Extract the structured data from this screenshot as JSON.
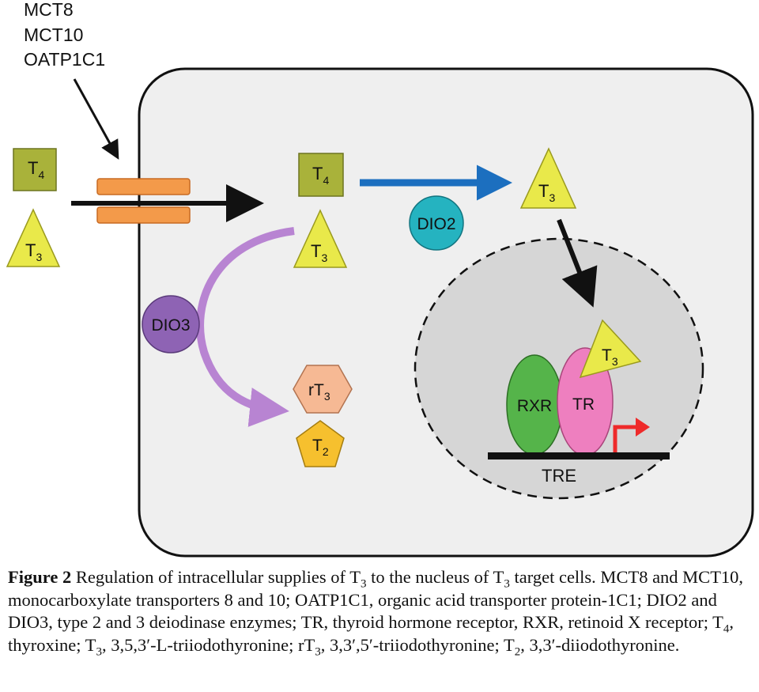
{
  "diagram": {
    "transporters": {
      "line1": "MCT8",
      "line2": "MCT10",
      "line3": "OATP1C1"
    },
    "extracellular": {
      "t4": "T",
      "t4_sub": "4",
      "t3": "T",
      "t3_sub": "3"
    },
    "cytoplasm": {
      "t4": "T",
      "t4_sub": "4",
      "t3": "T",
      "t3_sub": "3",
      "dio2": "DIO2",
      "dio3": "DIO3",
      "t3_product": "T",
      "t3_product_sub": "3",
      "rt3": "rT",
      "rt3_sub": "3",
      "t2": "T",
      "t2_sub": "2"
    },
    "nucleus": {
      "t3": "T",
      "t3_sub": "3",
      "rxr": "RXR",
      "tr": "TR",
      "tre": "TRE"
    },
    "colors": {
      "t4_box": "#a9b23a",
      "t3_triangle": "#e9e94a",
      "transporter": "#f39a4a",
      "dio2": "#25b3c0",
      "dio3": "#8e63b4",
      "rt3": "#f6b994",
      "t2": "#f6c02e",
      "rxr": "#55b44a",
      "tr": "#ee7fbf",
      "blue_arrow": "#1c6fbf",
      "purple_arrow": "#b884d2",
      "promoter_arrow": "#ee2a2a",
      "cell_fill": "#efefef",
      "nucleus_fill": "#d6d6d6"
    }
  },
  "caption": {
    "figure_label": "Figure 2",
    "p1": " Regulation of intracellular supplies of T",
    "p1_sub": "3",
    "p2": " to the nucleus of T",
    "p2_sub": "3",
    "p3": " target cells. MCT8 and MCT10, monocarboxylate transporters 8 and 10; OATP1C1, organic acid transporter protein-1C1; DIO2 and DIO3, type 2 and 3 deiodinase enzymes; TR, thyroid hormone receptor, RXR, retinoid X receptor; T",
    "p3_sub": "4",
    "p4": ", thyroxine; T",
    "p4_sub": "3",
    "p5": ", 3,5,3′-L-triiodothyronine; rT",
    "p5_sub": "3",
    "p6": ", 3,3′,5′-triiodothyronine; T",
    "p6_sub": "2",
    "p7": ", 3,3′-diiodothyronine."
  }
}
